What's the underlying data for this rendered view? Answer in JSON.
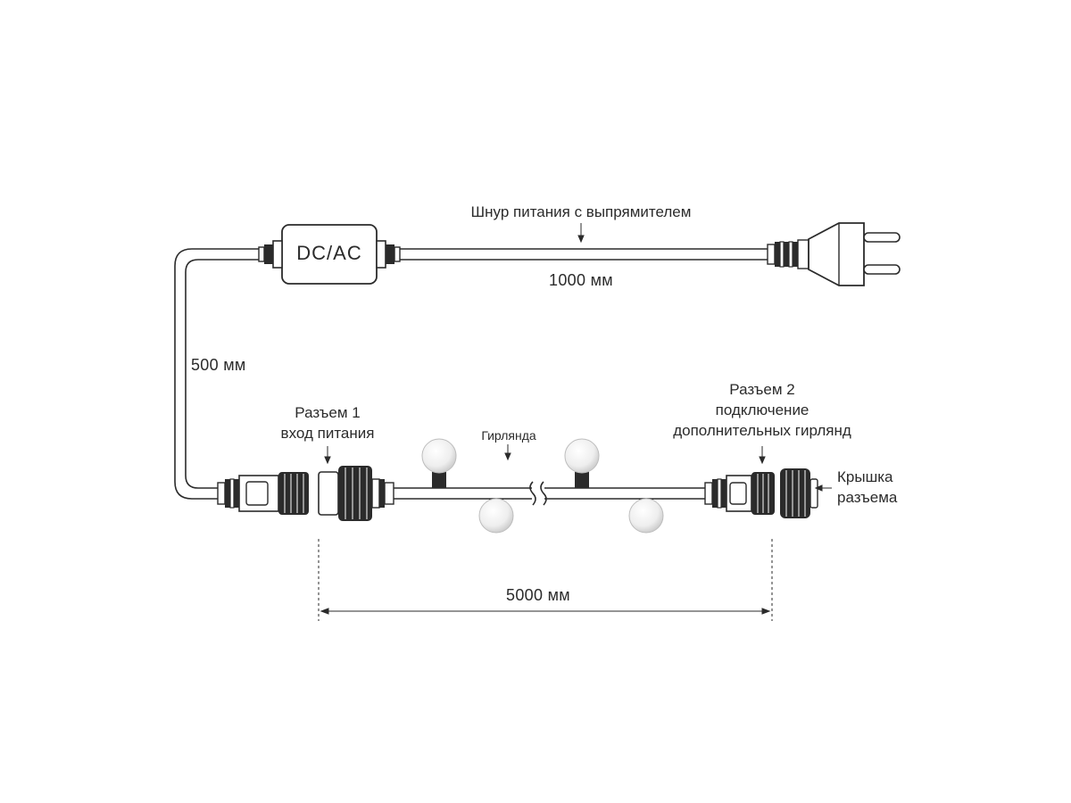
{
  "diagram": {
    "converter_label": "DC/AC",
    "power_cord_label": "Шнур питания с выпрямителем",
    "power_cord_length": "1000 мм",
    "lead_length": "500 мм",
    "connector1_line1": "Разъем 1",
    "connector1_line2": "вход питания",
    "garland_label": "Гирлянда",
    "connector2_line1": "Разъем 2",
    "connector2_line2": "подключение",
    "connector2_line3": "дополнительных гирлянд",
    "cap_line1": "Крышка",
    "cap_line2": "разъема",
    "garland_length": "5000 мм"
  },
  "colors": {
    "line": "#2b2b2b",
    "bulb_fill": "#f4f4f4",
    "background": "#ffffff"
  }
}
